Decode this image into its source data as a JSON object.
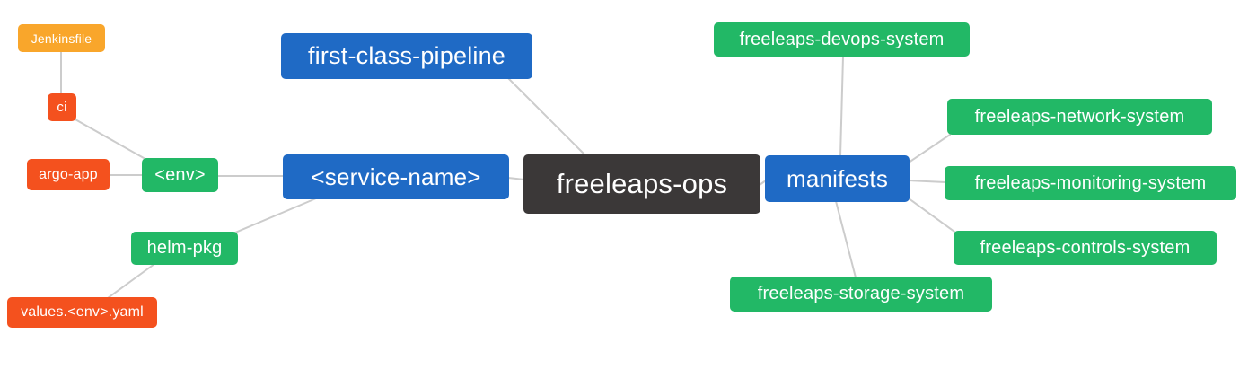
{
  "diagram": {
    "type": "mindmap",
    "root_label": "freeleaps-ops",
    "nodes": {
      "jenkinsfile": {
        "label": "Jenkinsfile"
      },
      "ci": {
        "label": "ci"
      },
      "argo_app": {
        "label": "argo-app"
      },
      "env": {
        "label": "<env>"
      },
      "helm_pkg": {
        "label": "helm-pkg"
      },
      "values_env_yaml": {
        "label": "values.<env>.yaml"
      },
      "first_class_pipeline": {
        "label": "first-class-pipeline"
      },
      "service_name": {
        "label": "<service-name>"
      },
      "freeleaps_ops": {
        "label": "freeleaps-ops"
      },
      "manifests": {
        "label": "manifests"
      },
      "devops_system": {
        "label": "freeleaps-devops-system"
      },
      "network_system": {
        "label": "freeleaps-network-system"
      },
      "monitoring_system": {
        "label": "freeleaps-monitoring-system"
      },
      "controls_system": {
        "label": "freeleaps-controls-system"
      },
      "storage_system": {
        "label": "freeleaps-storage-system"
      }
    },
    "edges": [
      {
        "from": "jenkinsfile",
        "to": "ci"
      },
      {
        "from": "ci",
        "to": "env"
      },
      {
        "from": "argo_app",
        "to": "env"
      },
      {
        "from": "env",
        "to": "service_name"
      },
      {
        "from": "service_name",
        "to": "helm_pkg"
      },
      {
        "from": "helm_pkg",
        "to": "values_env_yaml"
      },
      {
        "from": "first_class_pipeline",
        "to": "freeleaps_ops"
      },
      {
        "from": "service_name",
        "to": "freeleaps_ops"
      },
      {
        "from": "freeleaps_ops",
        "to": "manifests"
      },
      {
        "from": "manifests",
        "to": "devops_system"
      },
      {
        "from": "manifests",
        "to": "network_system"
      },
      {
        "from": "manifests",
        "to": "monitoring_system"
      },
      {
        "from": "manifests",
        "to": "controls_system"
      },
      {
        "from": "manifests",
        "to": "storage_system"
      }
    ]
  },
  "colors": {
    "blue": "#1f6ac5",
    "green": "#22b866",
    "orange": "#f9a62b",
    "red_orange": "#f4511e",
    "dark": "#3b3838",
    "edge": "#cccccc",
    "text": "#ffffff",
    "background": "#ffffff"
  }
}
